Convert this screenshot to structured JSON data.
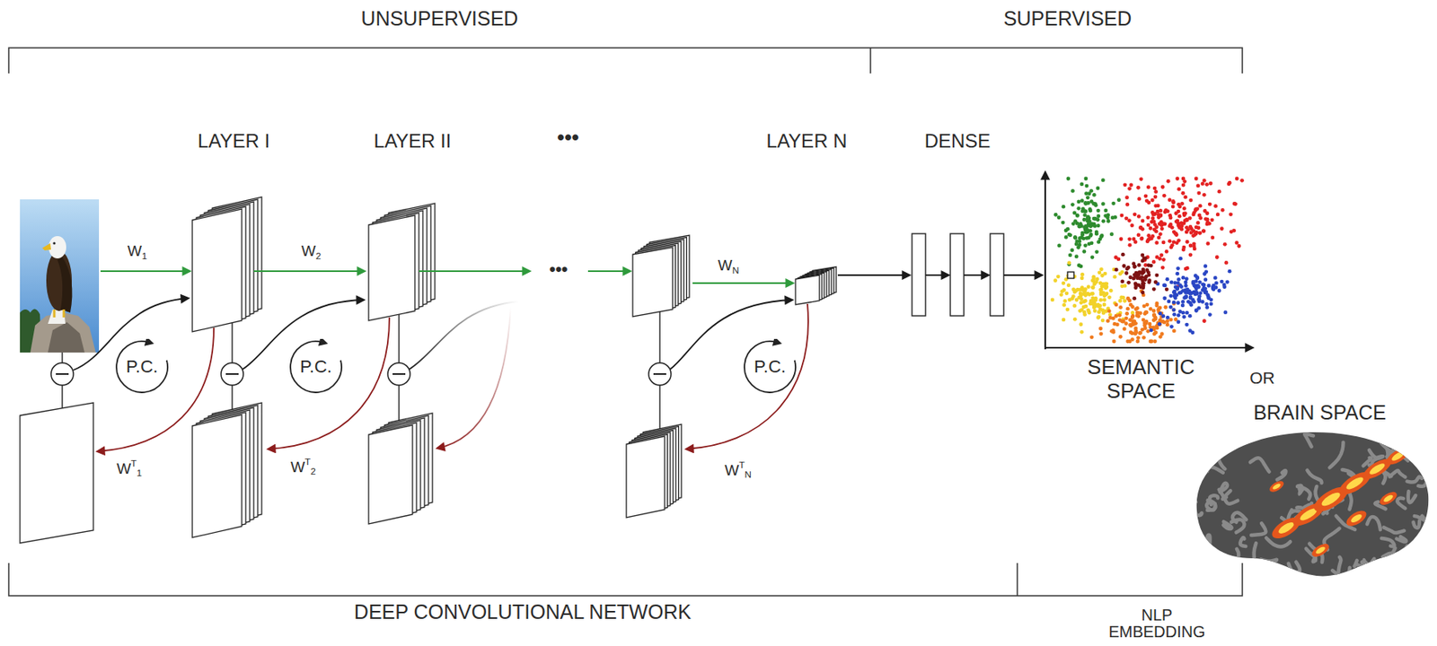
{
  "diagram": {
    "nodes": [
      {
        "text": [
          "P.C."
        ]
      },
      {
        "text": [
          "P.C."
        ]
      },
      {
        "text": [
          "P.C."
        ]
      }
    ],
    "labels": [
      "UNSUPERVISED",
      "SUPERVISED",
      "LAYER I",
      "LAYER II",
      "•••",
      "LAYER N",
      "DENSE",
      "W1",
      "W2",
      "•••",
      "WN",
      "SEMANTIC SPACE",
      "OR",
      "BRAIN SPACE",
      "WT1",
      "WT2",
      "WTN",
      "DEEP CONVOLUTIONAL NETWORK",
      "NLP EMBEDDING"
    ]
  }
}
